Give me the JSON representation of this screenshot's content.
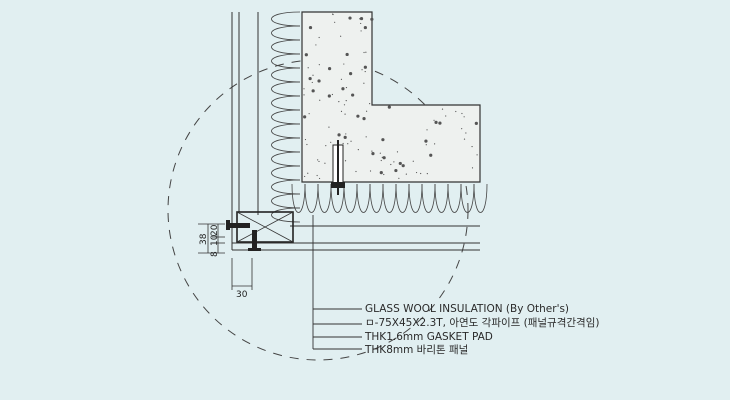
{
  "labels": [
    "GLASS WOOL INSULATION (By Other's)",
    "ㅁ-75X45X2.3T, 아연도 각파이프 (패널규격간격임)",
    "THK1.6mm GASKET PAD",
    "THK8mm 바리톤 패널"
  ],
  "dimensions": {
    "total": "38",
    "upper": "20",
    "middle": "10",
    "lower": "8",
    "width": "30"
  },
  "colors": {
    "background": "#e1eff1",
    "line": "#333333",
    "concrete": "#eef0ef"
  }
}
